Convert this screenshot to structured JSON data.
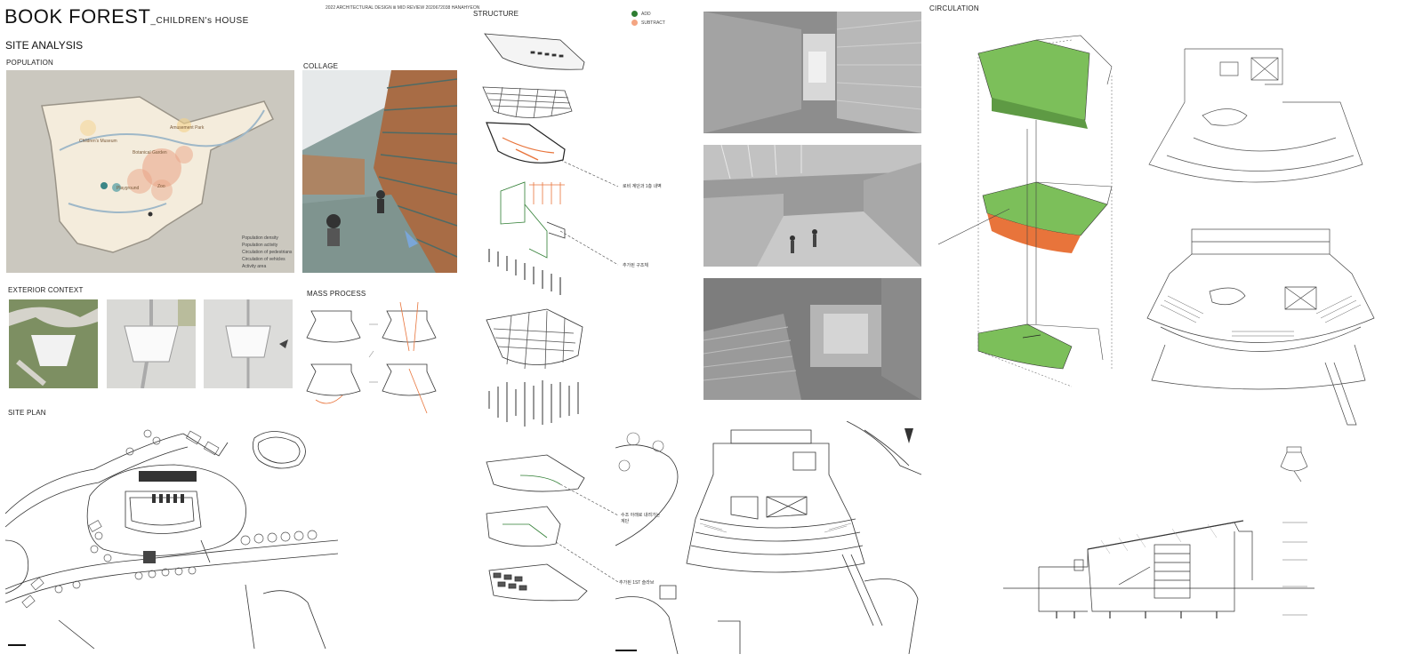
{
  "header": {
    "title": "BOOK FOREST",
    "subtitle": "_CHILDREN's HOUSE",
    "review_line": "2022 ARCHITECTURAL DESIGN Ⅲ MID REVIEW 2020672038 HANAHYEON"
  },
  "site_analysis": {
    "title": "SITE ANALYSIS",
    "population_label": "POPULATION",
    "collage_label": "COLLAGE",
    "exterior_label": "EXTERIOR CONTEXT",
    "mass_label": "MASS PROCESS",
    "site_plan_label": "SITE PLAN",
    "map_places": [
      "Children's Museum",
      "Amusement Park",
      "Botanical Garden",
      "Playground",
      "Zoo"
    ],
    "map_legend": [
      "Population density",
      "Population activity",
      "Circulation of pedestrians",
      "Circulation of vehicles",
      "Activity area"
    ]
  },
  "structure": {
    "title": "STRUCTURE",
    "legend": [
      {
        "label": "ADD",
        "color": "#2e7d32"
      },
      {
        "label": "SUBTRACT",
        "color": "#f4a582"
      }
    ],
    "notes": [
      "로비 계단과 1층 내벽",
      "추가된 구조체",
      "수조 아래로 내려가는 계단",
      "추가된 1ST 슬라브"
    ]
  },
  "circulation": {
    "title": "CIRCULATION"
  },
  "colors": {
    "green": "#6aa84f",
    "orange": "#e8743b",
    "line": "#555555"
  }
}
